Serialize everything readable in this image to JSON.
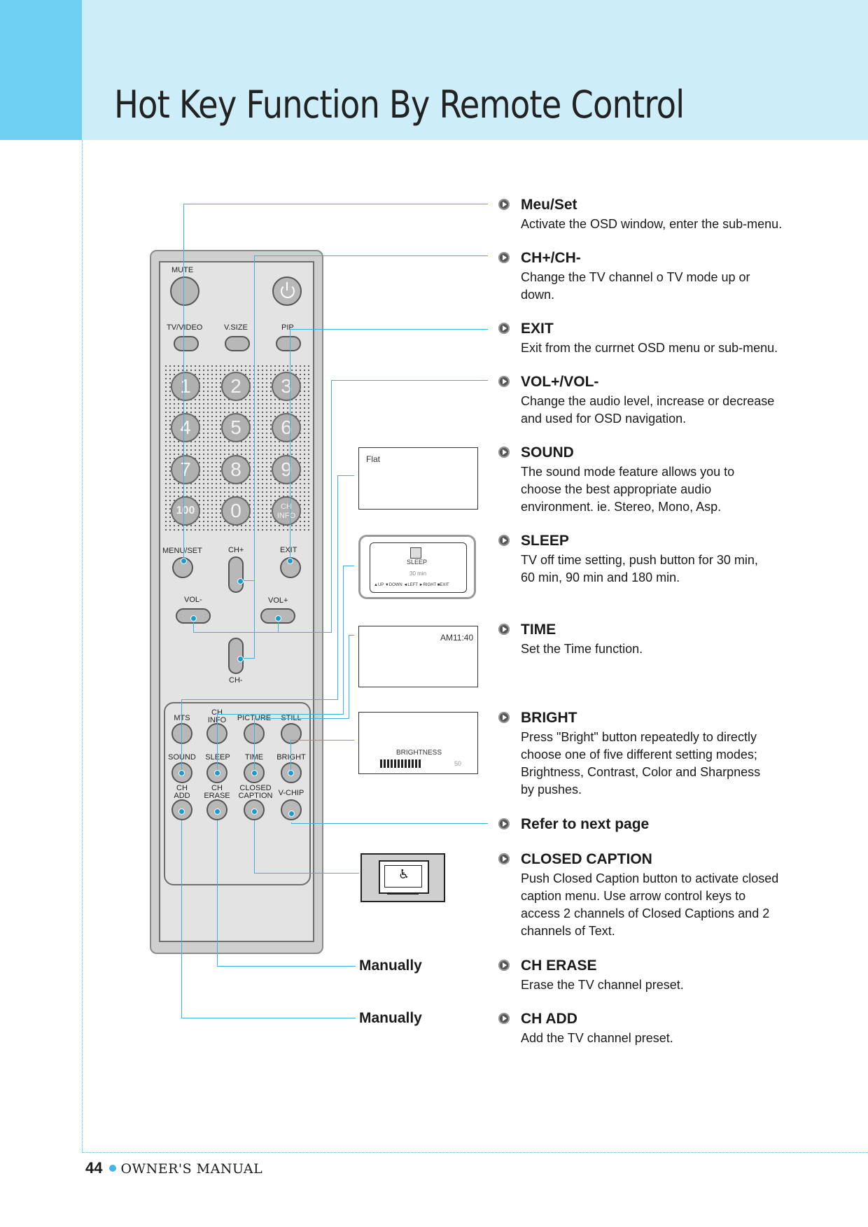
{
  "header": {
    "title": "Hot Key Function By Remote Control"
  },
  "footer": {
    "page_number": "44",
    "label": "OWNER'S MANUAL"
  },
  "remote": {
    "mute": "MUTE",
    "tv_video": "TV/VIDEO",
    "v_size": "V.SIZE",
    "pip": "PIP",
    "numbers": [
      "1",
      "2",
      "3",
      "4",
      "5",
      "6",
      "7",
      "8",
      "9",
      "100",
      "0"
    ],
    "ch_info_top": "CH",
    "ch_info_bottom": "INFO",
    "menu_set": "MENU/SET",
    "ch_plus": "CH+",
    "exit": "EXIT",
    "vol_minus": "VOL-",
    "vol_plus": "VOL+",
    "ch_minus": "CH-",
    "row1": [
      "MTS",
      "CH\nINFO",
      "PICTURE",
      "STILL"
    ],
    "row2": [
      "SOUND",
      "SLEEP",
      "TIME",
      "BRIGHT"
    ],
    "row3": [
      "CH\nADD",
      "CH\nERASE",
      "CLOSED\nCAPTION",
      "V-CHIP"
    ]
  },
  "screens": {
    "sound": "Flat",
    "sleep_title": "SLEEP",
    "sleep_value": "30 min",
    "sleep_hint": "▲UP  ▼DOWN  ◄LEFT  ►RIGHT  ■EXIT",
    "time": "AM11:40",
    "brightness_label": "BRIGHTNESS",
    "brightness_value": "50",
    "brightness_level": 50
  },
  "manual_labels": [
    "Manually",
    "Manually"
  ],
  "entries": [
    {
      "title": "Meu/Set",
      "desc": "Activate the OSD window, enter the sub-menu."
    },
    {
      "title": "CH+/CH-",
      "desc": "Change the TV channel o TV mode up or\ndown."
    },
    {
      "title": "EXIT",
      "desc": "Exit from the currnet OSD menu or sub-menu."
    },
    {
      "title": "VOL+/VOL-",
      "desc": "Change the audio level, increase or decrease\nand used for OSD navigation."
    },
    {
      "title": "SOUND",
      "desc": "The sound mode feature allows you to\nchoose the best appropriate audio\nenvironment. ie. Stereo, Mono, Asp."
    },
    {
      "title": "SLEEP",
      "desc": "TV off time setting, push button for 30 min,\n60 min, 90 min and 180 min."
    },
    {
      "title": "TIME",
      "desc": "Set the Time function."
    },
    {
      "title": "BRIGHT",
      "desc": "Press \"Bright\" button repeatedly to directly\nchoose one of five different setting modes;\nBrightness, Contrast, Color and Sharpness\nby pushes."
    },
    {
      "title": "Refer to next page",
      "desc": ""
    },
    {
      "title": "CLOSED CAPTION",
      "desc": "Push Closed Caption button to activate closed\ncaption menu. Use arrow control keys to\naccess 2 channels of Closed Captions and 2\nchannels of Text."
    },
    {
      "title": "CH ERASE",
      "desc": "Erase the TV channel preset."
    },
    {
      "title": "CH ADD",
      "desc": "Add the TV channel preset."
    }
  ],
  "colors": {
    "header_band": "#cdeef9",
    "header_tab": "#6fd0f3",
    "connector": "#3bb2df"
  }
}
